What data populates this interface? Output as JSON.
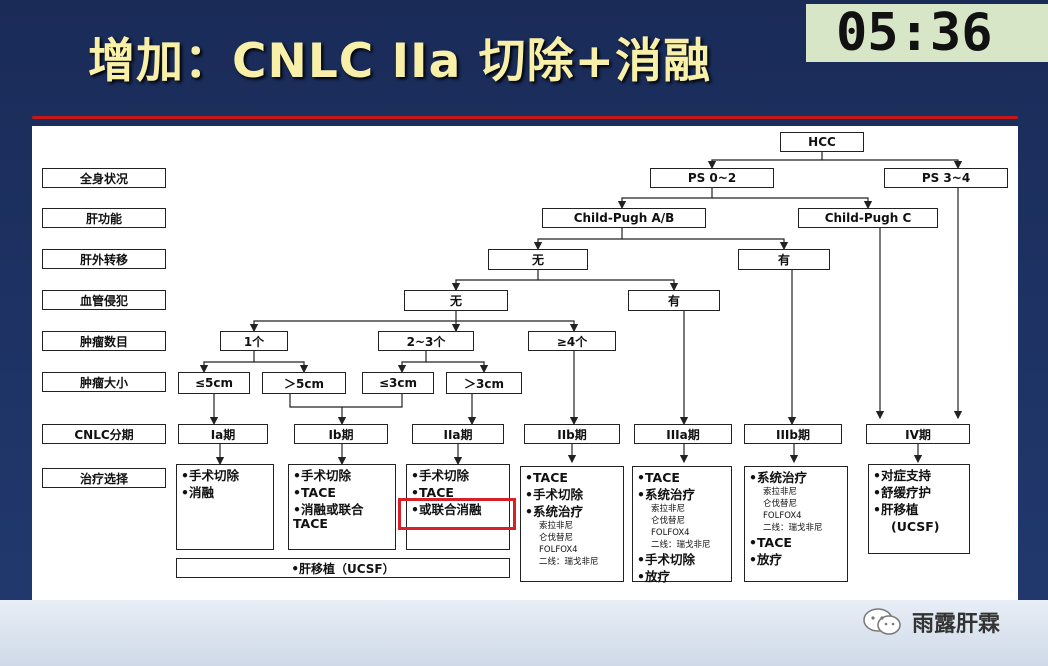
{
  "slide": {
    "title": "增加：CNLC IIa 切除+消融",
    "timer": "05:36"
  },
  "rows": {
    "general_status": "全身状况",
    "liver_function": "肝功能",
    "extrahepatic": "肝外转移",
    "vascular": "血管侵犯",
    "tumor_count": "肿瘤数目",
    "tumor_size": "肿瘤大小",
    "cnlc_stage": "CNLC分期",
    "treatment": "治疗选择"
  },
  "nodes": {
    "hcc": "HCC",
    "ps_0_2": "PS 0~2",
    "ps_3_4": "PS 3~4",
    "child_ab": "Child-Pugh A/B",
    "child_c": "Child-Pugh C",
    "extra_no": "无",
    "extra_yes": "有",
    "vasc_no": "无",
    "vasc_yes": "有",
    "count_1": "1个",
    "count_2_3": "2~3个",
    "count_4": "≥4个",
    "size_le5": "≤5cm",
    "size_gt5": "＞5cm",
    "size_le3": "≤3cm",
    "size_gt3": "＞3cm",
    "stage_ia": "Ia期",
    "stage_ib": "Ib期",
    "stage_iia": "IIa期",
    "stage_iib": "IIb期",
    "stage_iiia": "IIIa期",
    "stage_iiib": "IIIb期",
    "stage_iv": "IV期"
  },
  "treatments": {
    "ia": [
      "•手术切除",
      "•消融"
    ],
    "ib": [
      "•手术切除",
      "•TACE",
      "•消融或联合",
      "TACE"
    ],
    "iia": [
      "•手术切除",
      "•TACE",
      "•或联合消融"
    ],
    "iib": {
      "main": [
        "•TACE",
        "•手术切除",
        "•系统治疗"
      ],
      "drugs": [
        "索拉非尼",
        "仑伐替尼",
        "FOLFOX4",
        "二线：瑞戈非尼"
      ]
    },
    "iiia": {
      "main": [
        "•TACE",
        "•系统治疗"
      ],
      "drugs": [
        "索拉非尼",
        "仑伐替尼",
        "FOLFOX4",
        "二线：瑞戈非尼"
      ],
      "after": [
        "•手术切除",
        "•放疗"
      ]
    },
    "iiib": {
      "main": [
        "•系统治疗"
      ],
      "drugs": [
        "索拉非尼",
        "仑伐替尼",
        "FOLFOX4",
        "二线：瑞戈非尼"
      ],
      "after": [
        "•TACE",
        "•放疗"
      ]
    },
    "iv": [
      "•对症支持",
      "•舒缓疗护",
      "•肝移植",
      "(UCSF)"
    ],
    "transplant": "•肝移植（UCSF）"
  },
  "watermark": {
    "text": "雨露肝霖",
    "icon": "wechat-icon"
  },
  "colors": {
    "title": "#f8f0a8",
    "background": "#1d2f5e",
    "highlight": "#d8202a",
    "divider": "#c41818"
  }
}
